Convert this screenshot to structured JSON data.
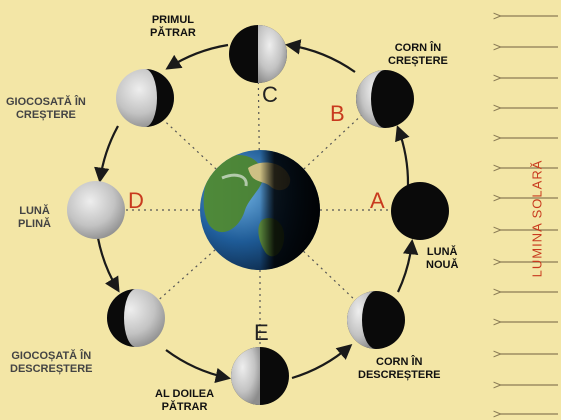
{
  "phases": {
    "first_quarter": [
      "PRIMUL",
      "PĂTRAR"
    ],
    "waxing_crescent": [
      "CORN ÎN",
      "CREȘTERE"
    ],
    "waxing_gibbous": [
      "GIOCOSATĂ ÎN",
      "CREȘTERE"
    ],
    "full_moon": [
      "LUNĂ",
      "PLINĂ"
    ],
    "new_moon": [
      "LUNĂ",
      "NOUĂ"
    ],
    "waning_gibbous": [
      "GIOCOȘATĂ ÎN",
      "DESCREȘTERE"
    ],
    "last_quarter": [
      "AL DOILEA",
      "PĂTRAR"
    ],
    "waning_crescent": [
      "CORN ÎN",
      "DESCREȘTERE"
    ]
  },
  "letters": {
    "a": "A",
    "b": "B",
    "c": "C",
    "d": "D",
    "e": "E"
  },
  "sunlight_label": "LUMINA SOLARĂ",
  "colors": {
    "background": "#f3e6a6",
    "letter_accent": "#c83a1e",
    "orbit": "#1a1a1a",
    "moon_dark": "#0a0a0a",
    "moon_lit": "#c9c9c9"
  }
}
